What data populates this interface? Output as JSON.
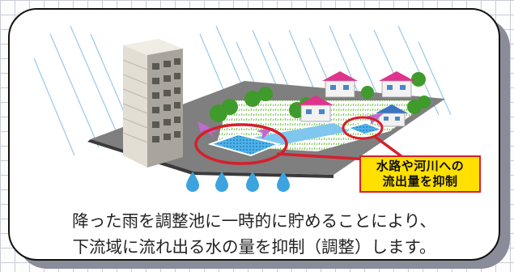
{
  "callout": {
    "line1": "水路や河川への",
    "line2": "流出量を抑制"
  },
  "caption": {
    "line1": "降った雨を調整池に一時的に貯めることにより、",
    "line2": "下流域に流れ出る水の量を抑制（調整）します。"
  },
  "colors": {
    "accent": "#d61f2c",
    "callout_bg": "#ffe000",
    "arrow": "#c06ad0",
    "water": "#3da3df",
    "rain": "#9cc8e6"
  },
  "icons": [
    "rain",
    "apartment-building",
    "house",
    "tree",
    "retention-pond",
    "water-drop"
  ]
}
